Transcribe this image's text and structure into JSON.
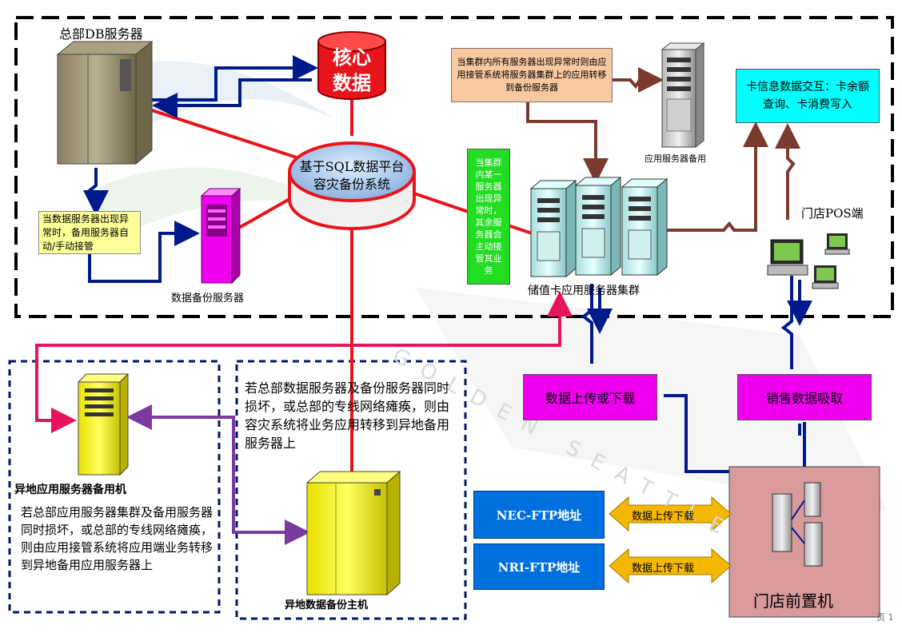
{
  "labels": {
    "hq_db_server": "总部DB服务器",
    "core_data_1": "核心",
    "core_data_2": "数据",
    "dr_system_1": "基于SQL数据平台",
    "dr_system_2": "容灾备份系统",
    "db_backup_server": "数据备份服务器",
    "app_backup_server": "应用服务器备用",
    "app_cluster": "储值卡应用服务器集群",
    "pos": "门店POS端",
    "offsite_app_backup": "异地应用服务器备用机",
    "offsite_data_backup": "异地数据备份主机",
    "store_front": "门店前置机",
    "page_num": "页 1"
  },
  "notes": {
    "db_takeover": "当数据服务器出现异常时，备用服务器自动/手动接管",
    "cluster_takeover": "当集群内所有服务器出现异常时则由应用接管系统将服务器集群上的应用转移到备份服务器",
    "cluster_member": "当集群内某一服务器出现异常时，其余服务器会主动接管其业务",
    "card_info": "卡信息数据交互：卡余额查询、卡消费写入",
    "offsite_data_text": "若总部数据服务器及备份服务器同时损坏，或总部的专线网络瘫痪，则由容灾系统将业务应用转移到异地备用服务器上",
    "offsite_app_text": "若总部应用服务器集群及备用服务器同时损坏，或总部的专线网络瘫痪，则由应用接管系统将应用端业务转移到异地备用应用服务器上"
  },
  "boxes": {
    "upload_download": "数据上传或下载",
    "sales_data": "销售数据吸取",
    "nec_ftp": "NEC-FTP地址",
    "nri_ftp": "NRI-FTP地址",
    "transfer_1": "数据上传下载",
    "transfer_2": "数据上传下载"
  },
  "watermark": {
    "text": "GOLDEN SEATTLE"
  },
  "colors": {
    "red_link": "#e8141c",
    "pink_link": "#e8145a",
    "blue_link": "#001a8c",
    "brown_link": "#7a3b2e",
    "purple_link": "#7a3aa0",
    "magenta_box": "#ee00ee",
    "cyan_box": "#00ffff",
    "green_box": "#22dd22",
    "salmon_box": "#f8c8a0",
    "yellow_note": "#ffff99",
    "ftp_blue": "#0070e0",
    "arrow_gold": "#f5b800",
    "store_front_bg": "#d89a9a"
  }
}
